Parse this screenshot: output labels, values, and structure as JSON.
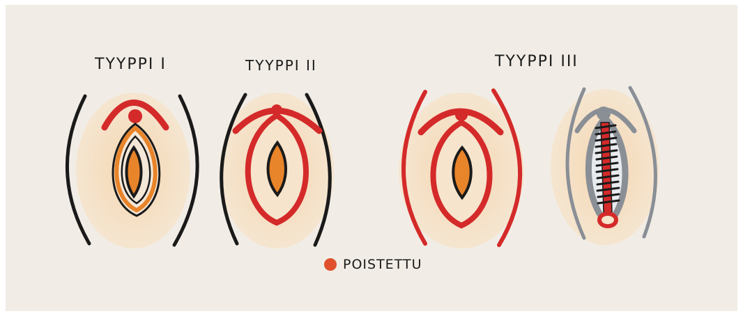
{
  "labels": {
    "type1": "TYYPPI I",
    "type2": "TYYPPI II",
    "type3": "TYYPPI III"
  },
  "legend": {
    "removed_label": "POISTETTU",
    "removed_color": "#e0502c"
  },
  "colors": {
    "paper": "#f1ede6",
    "skin": "#f7dcbc",
    "outline": "#1a1a1a",
    "removed": "#d42a2a",
    "orange": "#e8842a",
    "gray": "#8a8f96"
  }
}
